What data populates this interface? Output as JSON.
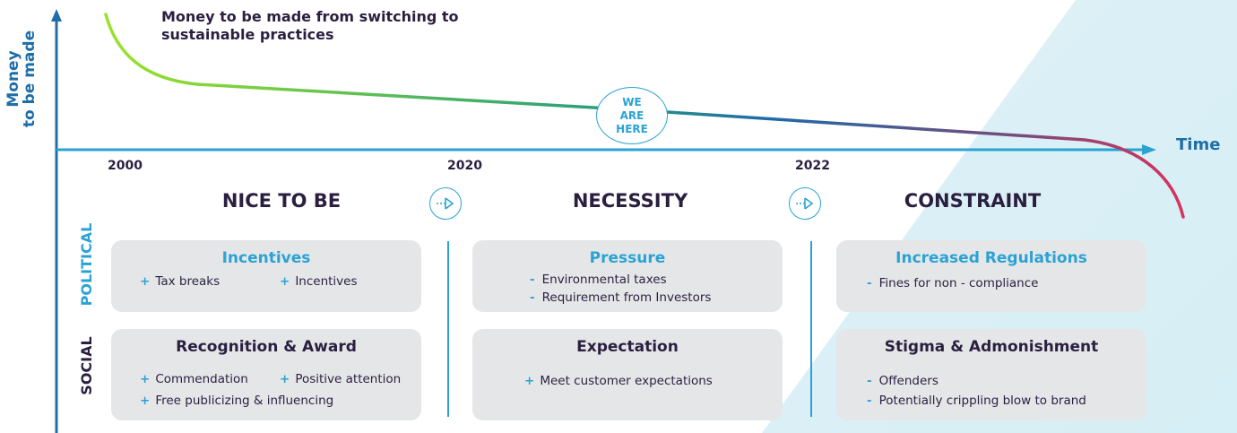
{
  "axes": {
    "y_label_line1": "Money",
    "y_label_line2": "to be made",
    "x_label": "Time"
  },
  "title": "Money to be made from switching to sustainable practices",
  "years": [
    "2000",
    "2020",
    "2022"
  ],
  "marker": "WE ARE HERE",
  "phases": [
    "NICE TO BE",
    "NECESSITY",
    "CONSTRAINT"
  ],
  "rows": [
    "POLITICAL",
    "SOCIAL"
  ],
  "columns": [
    {
      "political": {
        "title": "Incentives",
        "items": [
          "Tax breaks",
          "Incentives"
        ]
      },
      "social": {
        "title": "Recognition & Award",
        "items": [
          "Commendation",
          "Positive attention",
          "Free publicizing & influencing"
        ]
      }
    },
    {
      "political": {
        "title": "Pressure",
        "items": [
          "Environmental taxes",
          "Requirement from Investors"
        ]
      },
      "social": {
        "title": "Expectation",
        "items": [
          "Meet customer expectations"
        ]
      }
    },
    {
      "political": {
        "title": "Increased Regulations",
        "items": [
          "Fines for non - compliance"
        ]
      },
      "social": {
        "title": "Stigma & Admonishment",
        "items": [
          "Offenders",
          "Potentially crippling blow to brand"
        ]
      }
    }
  ],
  "colors": {
    "accent_blue": "#2aa3d4",
    "axis_blue": "#1e6ea8",
    "dark": "#2b1f40",
    "curve_start": "#9be22a",
    "curve_end": "#d6345c"
  }
}
